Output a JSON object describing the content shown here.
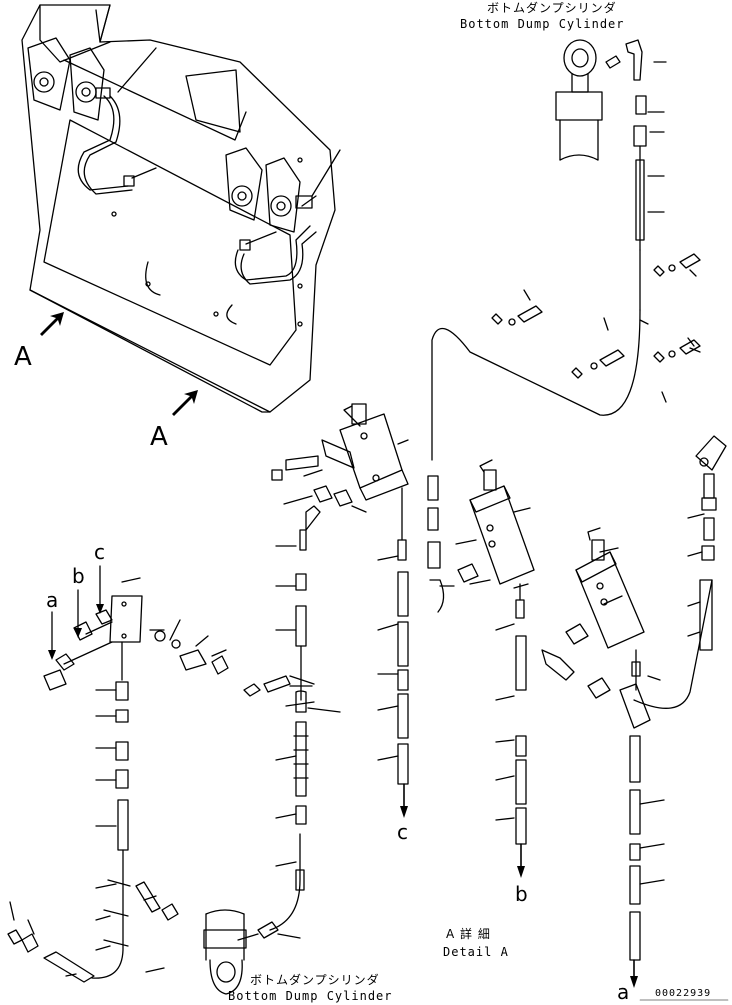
{
  "top_callout": {
    "label_jp": "ボトムダンプシリンダ",
    "label_en": "Bottom Dump Cylinder"
  },
  "bottom_callout": {
    "label_jp": "ボトムダンプシリンダ",
    "label_en": "Bottom Dump Cylinder"
  },
  "view_markers": {
    "left": "A",
    "center": "A"
  },
  "detail": {
    "label_jp": "A 詳 細",
    "label_en": "Detail A"
  },
  "connection_letters": {
    "a_left": "a",
    "b_left": "b",
    "c_left": "c",
    "c_down": "c",
    "b_down": "b",
    "a_down": "a"
  },
  "drawing_number": "00022939"
}
